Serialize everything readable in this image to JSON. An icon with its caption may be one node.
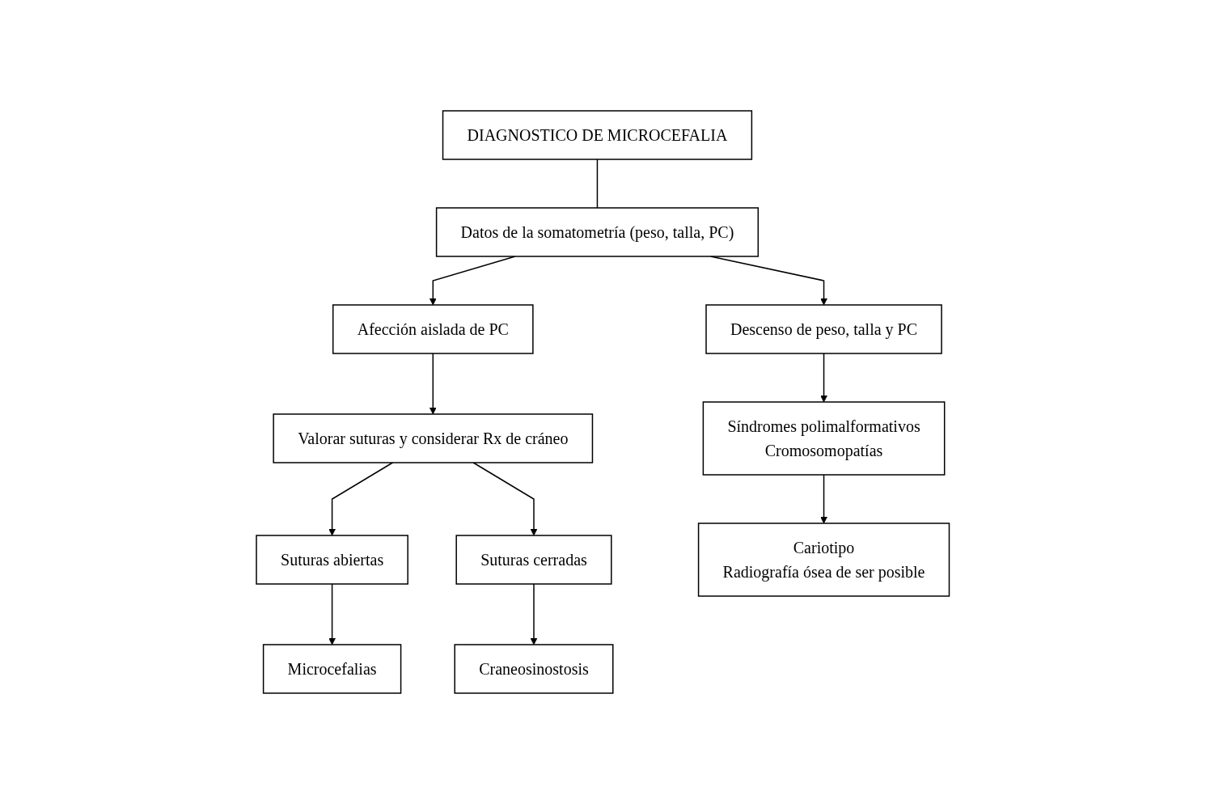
{
  "diagram": {
    "nodes": [
      {
        "text": [
          "DIAGNOSTICO DE MICROCEFALIA"
        ]
      },
      {
        "text": [
          "Datos de la somatometría (peso, talla, PC)"
        ]
      },
      {
        "text": [
          "Descenso de peso, talla y PC"
        ]
      },
      {
        "text": [
          "Afección aislada de PC"
        ]
      },
      {
        "text": [
          "Síndromes polimalformativos",
          "Cromosomopatías"
        ]
      },
      {
        "text": [
          "Valorar suturas y considerar Rx de cráneo"
        ]
      },
      {
        "text": [
          "Suturas abiertas"
        ]
      },
      {
        "text": [
          "Suturas cerradas"
        ]
      },
      {
        "text": [
          "Cariotipo",
          "Radiografía ósea de ser posible"
        ]
      },
      {
        "text": [
          "Microcefalias"
        ]
      },
      {
        "text": [
          "Craneosinostosis"
        ]
      }
    ],
    "edges": [
      {
        "from": 0,
        "to": 1,
        "arrow": "none"
      },
      {
        "from": 1,
        "to": 2,
        "arrow": "to"
      },
      {
        "from": 1,
        "to": 3,
        "arrow": "to"
      },
      {
        "from": 2,
        "to": 4,
        "arrow": "to"
      },
      {
        "from": 4,
        "to": 8,
        "arrow": "to"
      },
      {
        "from": 3,
        "to": 5,
        "arrow": "to"
      },
      {
        "from": 5,
        "to": 6,
        "arrow": "to"
      },
      {
        "from": 5,
        "to": 7,
        "arrow": "to"
      },
      {
        "from": 6,
        "to": 9,
        "arrow": "to"
      },
      {
        "from": 7,
        "to": 10,
        "arrow": "to"
      }
    ]
  }
}
